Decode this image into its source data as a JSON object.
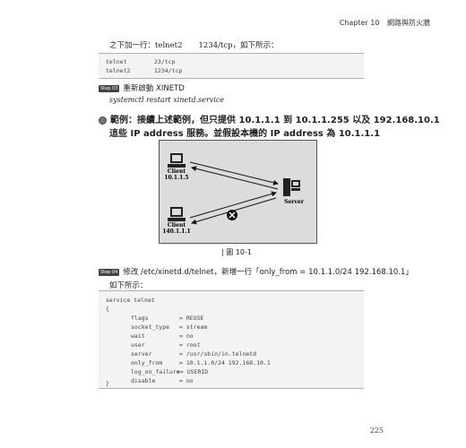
{
  "header": {
    "chapter": "Chapter 10",
    "title": "網路與防火牆"
  },
  "intro": {
    "text": "之下加一行：telnet2",
    "gap": "1234/tcp，如下所示："
  },
  "services_block": [
    {
      "name": "telnet",
      "port": "23/tcp"
    },
    {
      "name": "telnet2",
      "port": "1234/tcp"
    }
  ],
  "step1": {
    "badge": "Step 03",
    "text": "重新啟動 XINETD"
  },
  "command": "systemctl restart xinetd.service",
  "example": {
    "line1": "範例：接續上述範例，但只提供 10.1.1.1 到 10.1.1.255 以及 192.168.10.1",
    "line2": "這些 IP address 服務。並假設本機的 IP address 為 10.1.1.1"
  },
  "diagram": {
    "client_top_label": "Client",
    "client_top_ip": "10.1.1.5",
    "client_bottom_label": "Client",
    "client_bottom_ip": "140.1.1.1",
    "server_label": "Server"
  },
  "figure_caption": "| 圖 10-1",
  "step2": {
    "badge": "Step 04",
    "text": "修改 /etc/xinetd.d/telnet，新增一行「only_from = 10.1.1.0/24 192.168.10.1」"
  },
  "follow": "如下所示：",
  "config": {
    "open": "service telnet",
    "brace_open": "{",
    "entries": [
      {
        "key": "flags",
        "value": "= REUSE"
      },
      {
        "key": "socket_type",
        "value": "= stream"
      },
      {
        "key": "wait",
        "value": "= no"
      },
      {
        "key": "user",
        "value": "= root"
      },
      {
        "key": "server",
        "value": "= /usr/sbin/in.telnetd"
      },
      {
        "key": "only_from",
        "value": "= 10.1.1.0/24 192.168.10.1"
      },
      {
        "key": "log_on_failure",
        "value": "+= USERID"
      },
      {
        "key": "disable",
        "value": "= no"
      }
    ],
    "brace_close": "}"
  },
  "page_number": "225"
}
